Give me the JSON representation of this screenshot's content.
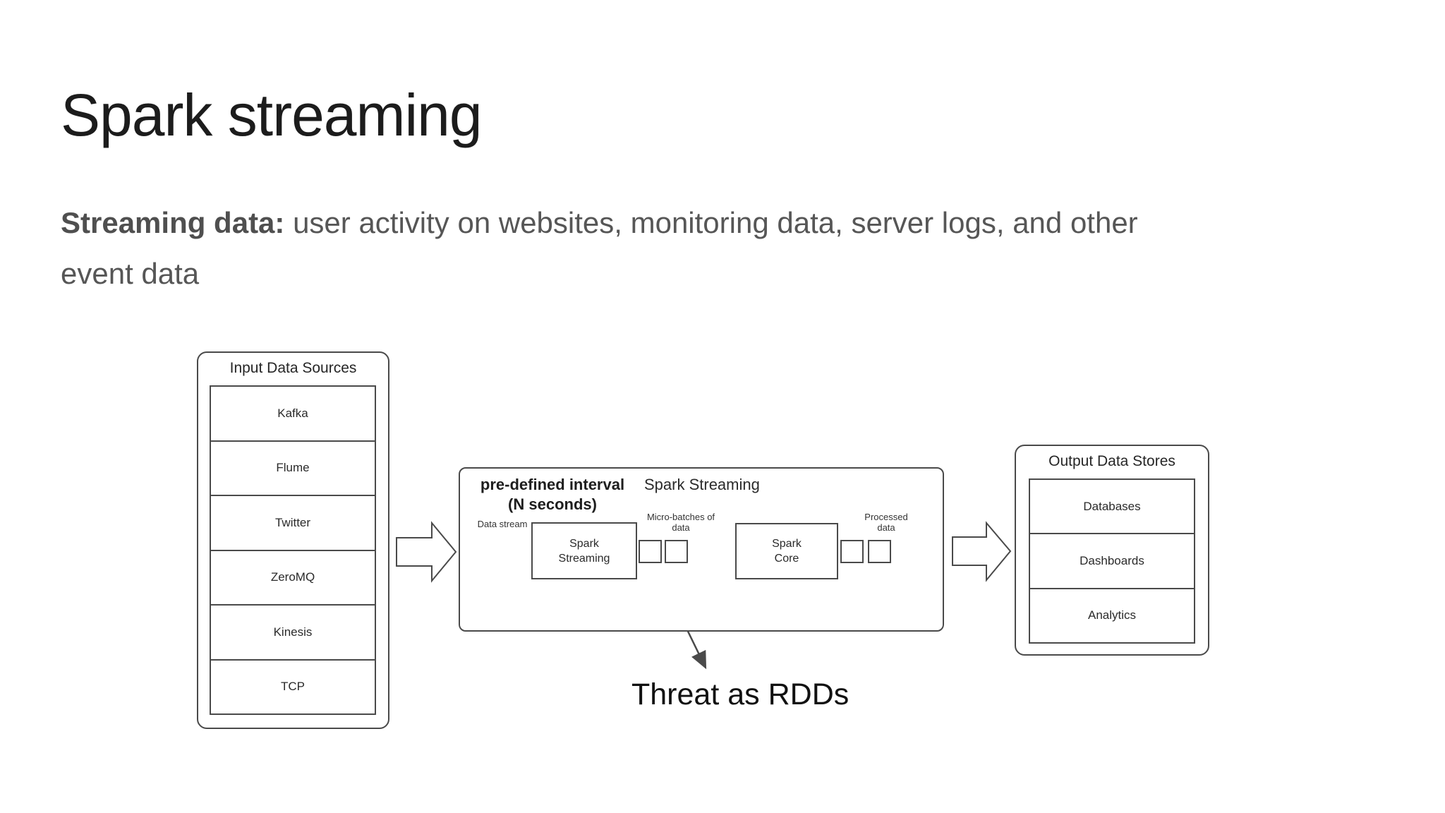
{
  "slide": {
    "title": "Spark streaming",
    "subtitle": {
      "bold": "Streaming data:",
      "line1_rest": " user activity on websites, monitoring data, server logs, and other",
      "line2": "event data"
    }
  },
  "diagram": {
    "stroke_color": "#4a4a4a",
    "input_box": {
      "title": "Input Data Sources",
      "items": [
        "Kafka",
        "Flume",
        "Twitter",
        "ZeroMQ",
        "Kinesis",
        "TCP"
      ]
    },
    "pipeline_box": {
      "interval_note": "pre-defined interval\n(N seconds)",
      "title": "Spark Streaming",
      "data_stream_label": "Data stream",
      "spark_streaming_node": "Spark\nStreaming",
      "micro_batches_label": "Micro-batches of\ndata",
      "spark_core_node": "Spark\nCore",
      "processed_data_label": "Processed\ndata"
    },
    "output_box": {
      "title": "Output Data Stores",
      "items": [
        "Databases",
        "Dashboards",
        "Analytics"
      ]
    },
    "annotation": "Threat as RDDs"
  }
}
